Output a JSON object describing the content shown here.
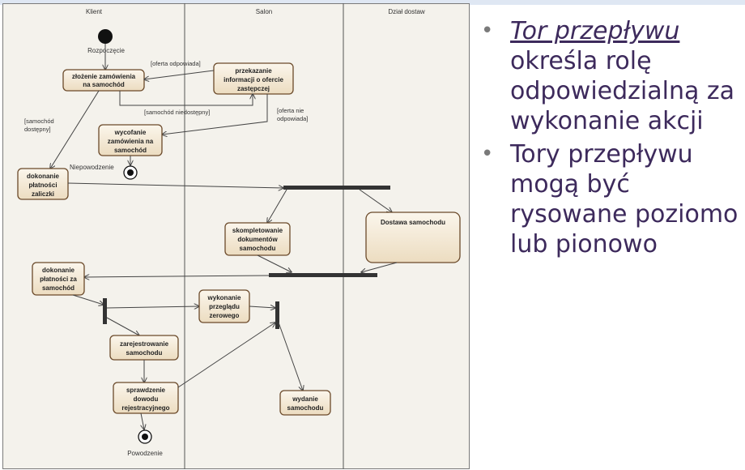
{
  "lanes": [
    "Klient",
    "Salon",
    "Dział dostaw"
  ],
  "nodes": {
    "start_label": "Rozpoczęcie",
    "zlozenie": [
      "złożenie zamówienia",
      "na samochód"
    ],
    "przekazanie": [
      "przekazanie",
      "informacji o ofercie",
      "zastępczej"
    ],
    "wycofanie": [
      "wycofanie",
      "zamówienia na",
      "samochód"
    ],
    "fail_label": "Niepowodzenie",
    "zaliczka": [
      "dokonanie",
      "płatności",
      "zaliczki"
    ],
    "skompletowanie": [
      "skompletowanie",
      "dokumentów",
      "samochodu"
    ],
    "dostawa": [
      "Dostawa samochodu"
    ],
    "platnosc": [
      "dokonanie",
      "płatności za",
      "samochód"
    ],
    "przeglad": [
      "wykonanie",
      "przeglądu",
      "zerowego"
    ],
    "rejestracja": [
      "zarejestrowanie",
      "samochodu"
    ],
    "sprawdzenie": [
      "sprawdzenie",
      "dowodu",
      "rejestracyjnego"
    ],
    "wydanie": [
      "wydanie",
      "samochodu"
    ],
    "success_label": "Powodzenie"
  },
  "guards": {
    "oferta_odpowiada": "[oferta odpowiada]",
    "samochod_niedostepny": "[samochód niedostępny]",
    "oferta_nie_odpowiada": [
      "[oferta nie",
      "odpowiada]"
    ],
    "samochod_dostepny": [
      "[samochód",
      "dostępny]"
    ]
  },
  "bullets": {
    "b1_em": "Tor przepływu",
    "b1_rest": "określa rolę odpowiedzialną za wykonanie akcji",
    "b2": "Tory przepływu mogą być rysowane poziomo lub pionowo"
  },
  "colors": {
    "node_fill": "#f3ead8",
    "node_border": "#6b4a2a",
    "bar": "#333333",
    "text_purple": "#3d2a5c"
  }
}
